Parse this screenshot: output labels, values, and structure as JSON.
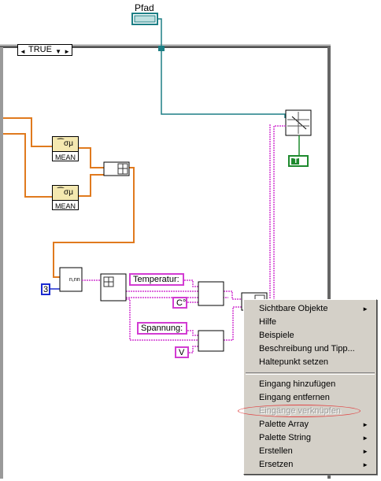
{
  "path_label": "Pfad",
  "case_selector": "TRUE",
  "mean_label": "MEAN",
  "mean_icon_text": "⁀σμ",
  "numeric_const": "3",
  "temperatur_label": "Temperatur:",
  "spannung_label": "Spannung:",
  "unit_celsius": "C°",
  "unit_volt": "V",
  "bool_const": "T",
  "number_format": "n,nn",
  "context_menu": {
    "items": [
      {
        "label": "Sichtbare Objekte",
        "submenu": true,
        "enabled": true
      },
      {
        "label": "Hilfe",
        "submenu": false,
        "enabled": true
      },
      {
        "label": "Beispiele",
        "submenu": false,
        "enabled": true
      },
      {
        "label": "Beschreibung und Tipp...",
        "submenu": false,
        "enabled": true
      },
      {
        "label": "Haltepunkt setzen",
        "submenu": false,
        "enabled": true
      },
      {
        "separator": true
      },
      {
        "label": "Eingang hinzufügen",
        "submenu": false,
        "enabled": true
      },
      {
        "label": "Eingang entfernen",
        "submenu": false,
        "enabled": true
      },
      {
        "label": "Eingänge verknüpfen",
        "submenu": false,
        "enabled": false
      },
      {
        "label": "Palette Array",
        "submenu": true,
        "enabled": true
      },
      {
        "label": "Palette String",
        "submenu": true,
        "enabled": true
      },
      {
        "label": "Erstellen",
        "submenu": true,
        "enabled": true
      },
      {
        "label": "Ersetzen",
        "submenu": true,
        "enabled": true
      }
    ]
  },
  "colors": {
    "string_wire": "#d23cd2",
    "numeric_wire": "#e07a1e",
    "path_wire": "#1d7f85",
    "bool_wire": "#1e8a2e",
    "int_wire": "#1a2bd0"
  }
}
